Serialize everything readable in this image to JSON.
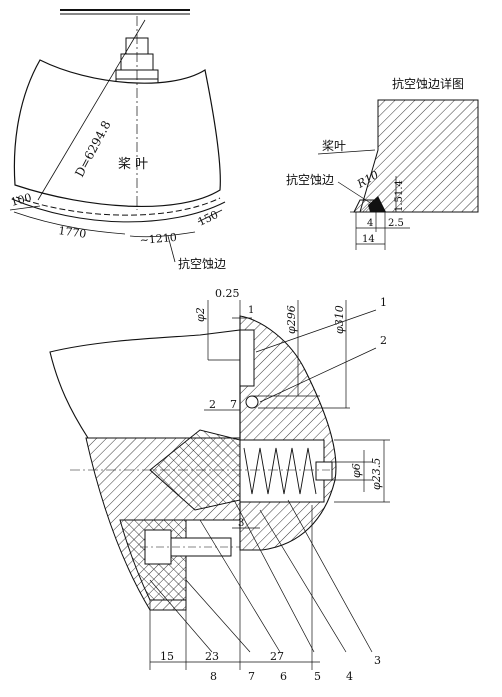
{
  "top_left": {
    "diameter_label": "D=6294.8",
    "blade_label": "桨 叶",
    "dims": [
      "100",
      "1770",
      "~1210",
      "150"
    ],
    "cavitation_label": "抗空蚀边"
  },
  "top_right": {
    "title": "抗空蚀边详图",
    "blade_label": "桨叶",
    "cavitation_label": "抗空蚀边",
    "radius_label": "R10",
    "dims": [
      "1.4",
      "1.5",
      "4",
      "2.5",
      "14"
    ]
  },
  "bottom": {
    "top_dims": [
      "0.25",
      "1",
      "φ2",
      "φ296",
      "φ310"
    ],
    "side_dims": [
      "2",
      "7",
      "3",
      "φ6",
      "φ23.5"
    ],
    "bottom_dims": [
      "15",
      "23",
      "27"
    ],
    "callouts": [
      "1",
      "2",
      "3",
      "4",
      "5",
      "6",
      "7",
      "8"
    ]
  }
}
